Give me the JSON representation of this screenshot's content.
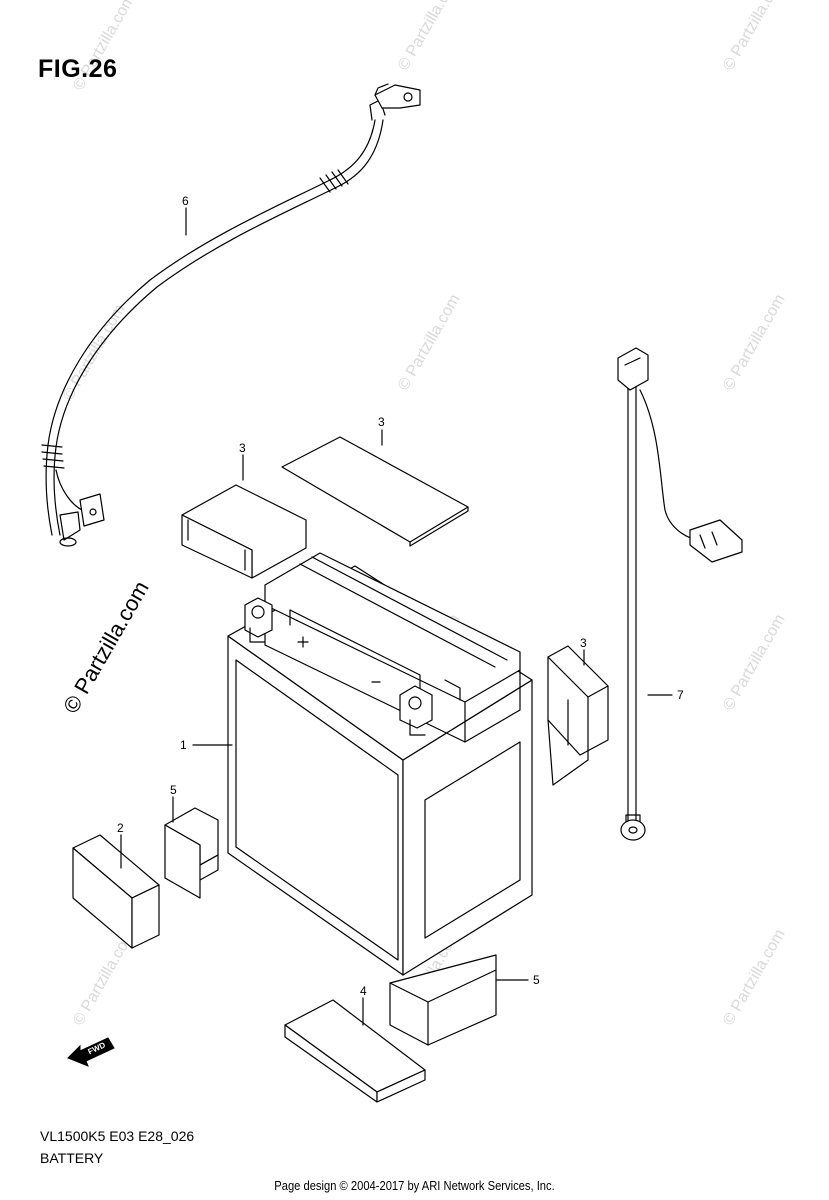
{
  "figure": {
    "title": "FIG.26"
  },
  "parts": [
    {
      "ref": "1"
    },
    {
      "ref": "2"
    },
    {
      "ref": "3"
    },
    {
      "ref": "3"
    },
    {
      "ref": "3"
    },
    {
      "ref": "4"
    },
    {
      "ref": "5"
    },
    {
      "ref": "5"
    },
    {
      "ref": "6"
    },
    {
      "ref": "7"
    }
  ],
  "labels": {
    "model_code": "VL1500K5 E03 E28_026",
    "section": "BATTERY",
    "fwd": "FWD"
  },
  "watermark": "© Partzilla.com",
  "footer": "Page design © 2004-2017 by ARI Network Services, Inc."
}
